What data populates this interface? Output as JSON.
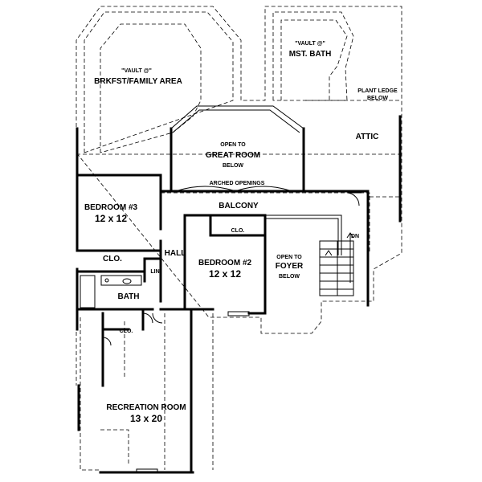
{
  "labels": {
    "vault_left": "\"VAULT @\"",
    "brkfst": "BRKFST/FAMILY AREA",
    "vault_right": "\"VAULT @\"",
    "mst_bath": "MST. BATH",
    "plant_ledge_1": "PLANT LEDGE",
    "plant_ledge_2": "BELOW",
    "attic": "ATTIC",
    "open_to_1": "OPEN TO",
    "great_room": "GREAT ROOM",
    "below_1": "BELOW",
    "arched": "ARCHED OPENINGS",
    "balcony": "BALCONY",
    "bedroom3": "BEDROOM #3",
    "bedroom3_size": "12 x 12",
    "clo_1": "CLO.",
    "clo_2": "CLO.",
    "clo_3": "CLO.",
    "hall": "HALL",
    "lin": "LIN.",
    "bedroom2": "BEDROOM #2",
    "bedroom2_size": "12 x 12",
    "open_to_2": "OPEN TO",
    "foyer": "FOYER",
    "below_2": "BELOW",
    "dn": "DN",
    "bath": "BATH",
    "rec_room": "RECREATION ROOM",
    "rec_size": "13 x 20"
  }
}
